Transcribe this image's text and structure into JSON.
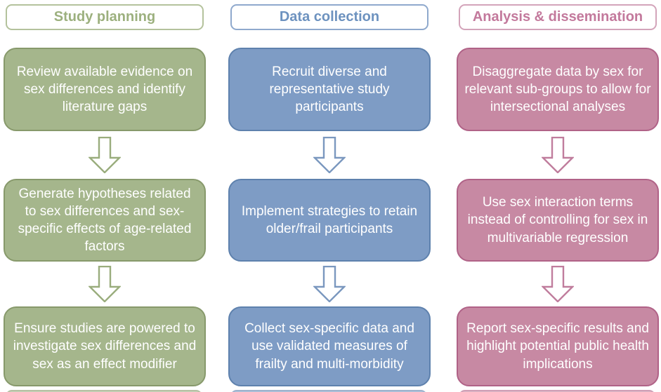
{
  "columns": [
    {
      "header": "Study planning",
      "steps": [
        "Review available evidence on sex differences and identify literature gaps",
        "Generate hypotheses related to sex differences and sex-specific effects of age-related factors",
        "Ensure studies are powered to investigate sex differences and sex as an effect modifier"
      ],
      "colors": {
        "fill": "#a5b68c",
        "border": "#87996b",
        "arrow": "#9aad7d",
        "header_text": "#9cb07e",
        "header_border": "#b4c29c"
      }
    },
    {
      "header": "Data collection",
      "steps": [
        "Recruit diverse and representative study participants",
        "Implement strategies to retain older/frail participants",
        "Collect sex-specific data and use validated measures of frailty and multi-morbidity"
      ],
      "colors": {
        "fill": "#7e9cc5",
        "border": "#5e81ad",
        "arrow": "#7b98bf",
        "header_text": "#6d92bf",
        "header_border": "#8fa9cd"
      }
    },
    {
      "header": "Analysis & dissemination",
      "steps": [
        "Disaggregate data by sex for relevant sub-groups to allow for intersectional analyses",
        "Use sex interaction terms instead of controlling for sex in multivariable regression",
        "Report sex-specific results and highlight potential public health implications"
      ],
      "colors": {
        "fill": "#c789a3",
        "border": "#b06287",
        "arrow": "#c07d9d",
        "header_text": "#c3799c",
        "header_border": "#d3a4ba"
      }
    }
  ]
}
